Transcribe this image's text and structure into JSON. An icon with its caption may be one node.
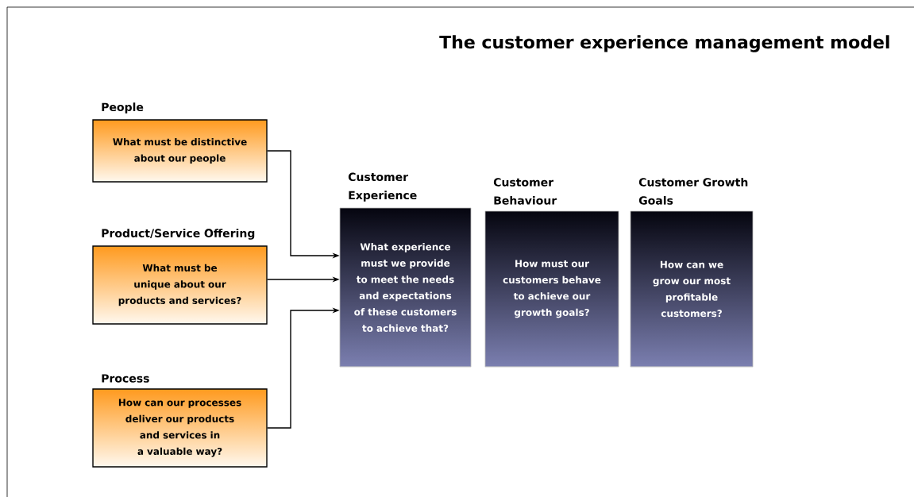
{
  "diagram": {
    "title": "The customer experience management model",
    "nodes": [
      {
        "text": [
          "People",
          "What must be distinctive about our people"
        ]
      },
      {
        "text": [
          "Product/Service Offering",
          "What must be unique about our products and services?"
        ]
      },
      {
        "text": [
          "Process",
          "How can our processes deliver our products and services in a valuable way?"
        ]
      },
      {
        "text": [
          "Customer Experience",
          "What experience must we provide to meet the needs and expectations of these customers to achieve that?"
        ]
      },
      {
        "text": [
          "Customer Behaviour",
          "How must our customers behave to achieve our growth goals?"
        ]
      },
      {
        "text": [
          "Customer Growth Goals",
          "How can we grow our most profitable customers?"
        ]
      }
    ],
    "edges": [
      {
        "from": 0,
        "to": 3,
        "arrow": "to"
      },
      {
        "from": 1,
        "to": 3,
        "arrow": "to"
      },
      {
        "from": 2,
        "to": 3,
        "arrow": "to"
      }
    ]
  }
}
